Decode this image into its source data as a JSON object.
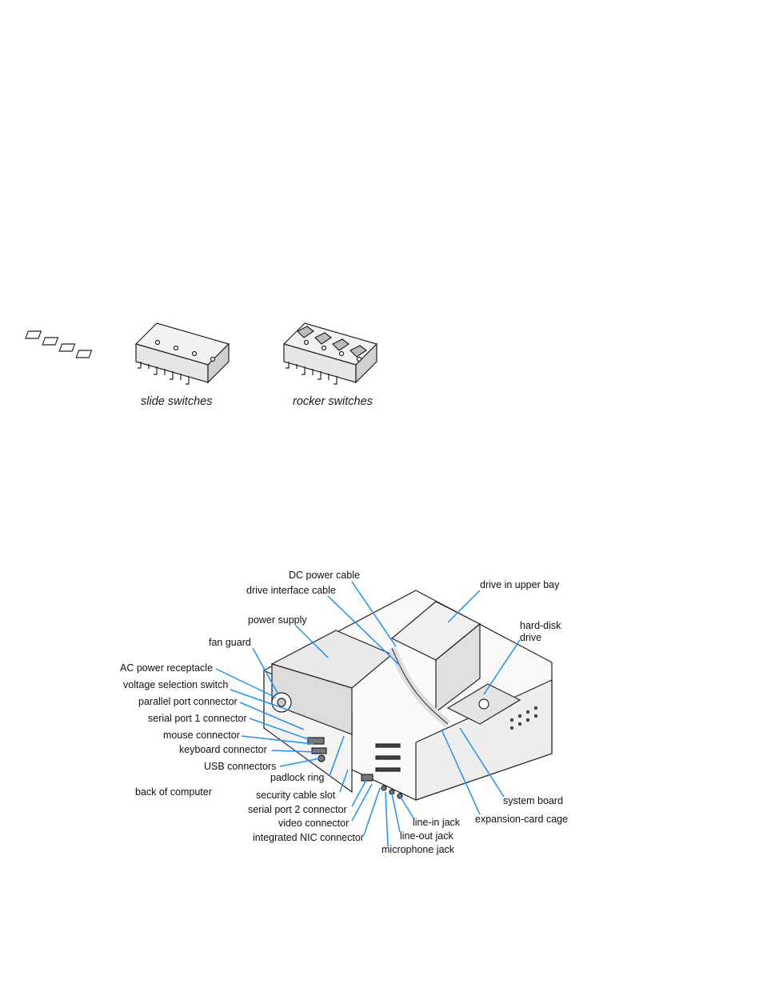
{
  "switches": {
    "slide_caption": "slide switches",
    "rocker_caption": "rocker switches"
  },
  "computer": {
    "labels": {
      "dc_power_cable": "DC power cable",
      "drive_interface_cable": "drive interface cable",
      "drive_upper_bay": "drive in upper bay",
      "hard_disk_drive_1": "hard-disk",
      "hard_disk_drive_2": "drive",
      "power_supply": "power supply",
      "fan_guard": "fan guard",
      "ac_power": "AC power receptacle",
      "voltage_switch": "voltage selection switch",
      "parallel_port": "parallel port connector",
      "serial_port_1": "serial port 1 connector",
      "mouse": "mouse connector",
      "keyboard": "keyboard connector",
      "usb": "USB connectors",
      "padlock": "padlock ring",
      "back": "back of computer",
      "security_slot": "security cable slot",
      "serial_port_2": "serial port 2 connector",
      "video": "video connector",
      "nic": "integrated NIC connector",
      "system_board": "system board",
      "expansion_cage": "expansion-card cage",
      "line_in": "line-in jack",
      "line_out": "line-out jack",
      "microphone": "microphone jack"
    }
  },
  "colors": {
    "leader": "#1e90ff",
    "ink": "#222222"
  }
}
